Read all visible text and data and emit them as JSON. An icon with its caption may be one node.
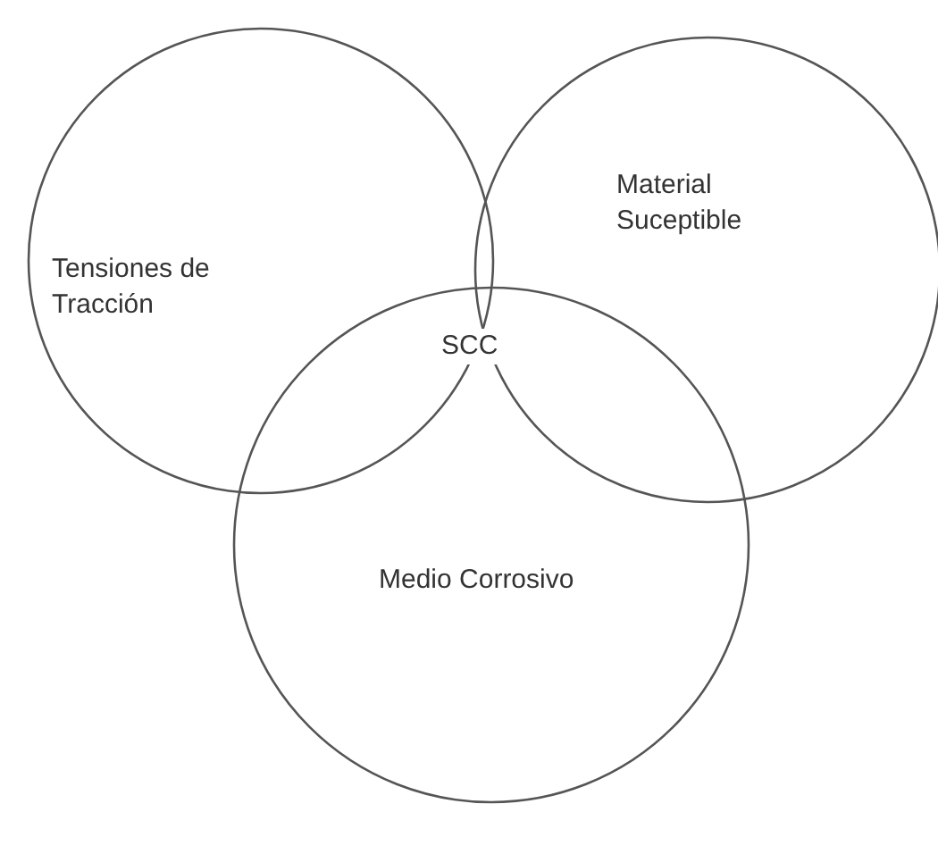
{
  "diagram": {
    "nodes": [
      {
        "text": [
          "Tensiones de Tracción"
        ]
      },
      {
        "text": [
          "Material Suceptible"
        ]
      },
      {
        "text": [
          "Medio Corrosivo"
        ]
      }
    ],
    "labels": [
      "SCC"
    ]
  }
}
